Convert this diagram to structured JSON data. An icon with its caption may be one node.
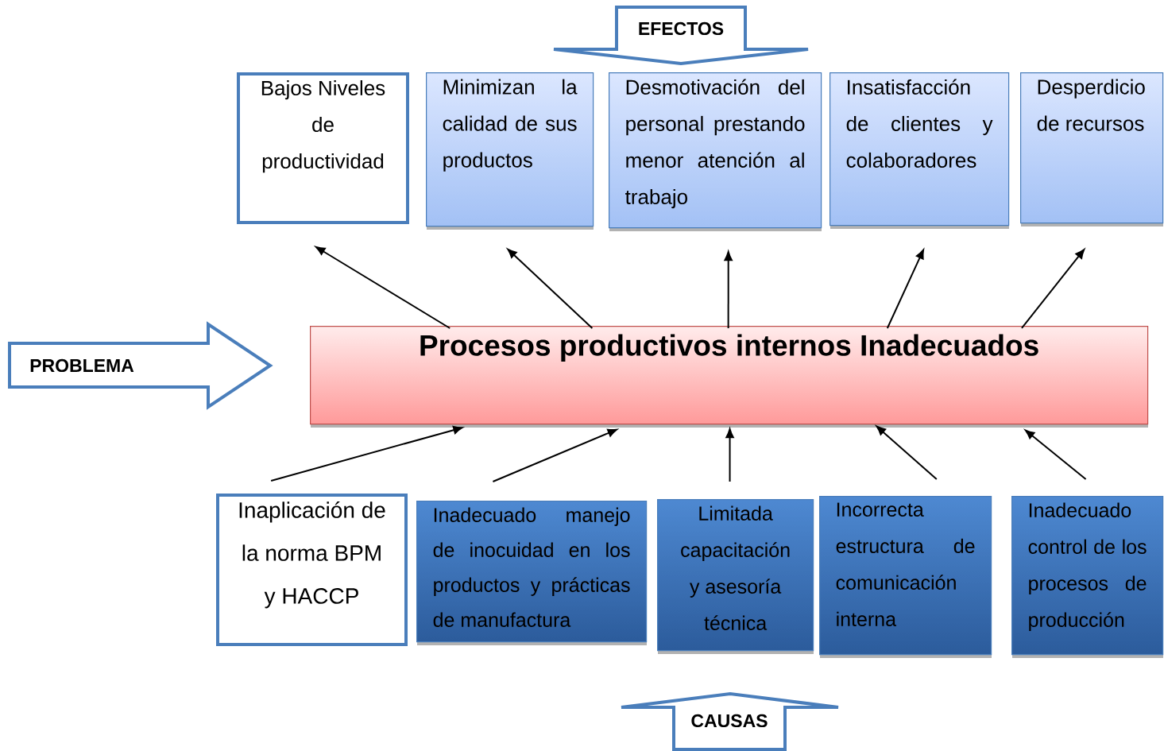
{
  "diagram": {
    "nodes": [
      {
        "text": [
          "EFECTOS"
        ]
      },
      {
        "text": [
          "Bajos Niveles de productividad"
        ]
      },
      {
        "text": [
          "Minimizan la calidad de sus productos"
        ]
      },
      {
        "text": [
          "Desmotivación del personal prestando menor atención al trabajo"
        ]
      },
      {
        "text": [
          "Insatisfacción de clientes y colaboradores"
        ]
      },
      {
        "text": [
          "Desperdicio de recursos"
        ]
      },
      {
        "text": [
          "PROBLEMA"
        ]
      },
      {
        "text": [
          "Procesos productivos internos Inadecuados"
        ]
      },
      {
        "text": [
          "Inaplicación de la norma BPM y HACCP"
        ]
      },
      {
        "text": [
          "Inadecuado manejo de inocuidad en los productos y prácticas de manufactura"
        ]
      },
      {
        "text": [
          "Limitada capacitación y asesoría técnica"
        ]
      },
      {
        "text": [
          "Incorrecta estructura de comunicación interna"
        ]
      },
      {
        "text": [
          "Inadecuado control de los procesos de producción"
        ]
      },
      {
        "text": [
          "CAUSAS"
        ]
      }
    ],
    "edges": [
      {
        "from": 7,
        "to": 1,
        "arrow": "to"
      },
      {
        "from": 7,
        "to": 2,
        "arrow": "to"
      },
      {
        "from": 7,
        "to": 3,
        "arrow": "to"
      },
      {
        "from": 7,
        "to": 4,
        "arrow": "to"
      },
      {
        "from": 7,
        "to": 5,
        "arrow": "to"
      },
      {
        "from": 8,
        "to": 7,
        "arrow": "to"
      },
      {
        "from": 9,
        "to": 7,
        "arrow": "to"
      },
      {
        "from": 10,
        "to": 7,
        "arrow": "to"
      },
      {
        "from": 11,
        "to": 7,
        "arrow": "to"
      },
      {
        "from": 12,
        "to": 7,
        "arrow": "to"
      }
    ]
  }
}
